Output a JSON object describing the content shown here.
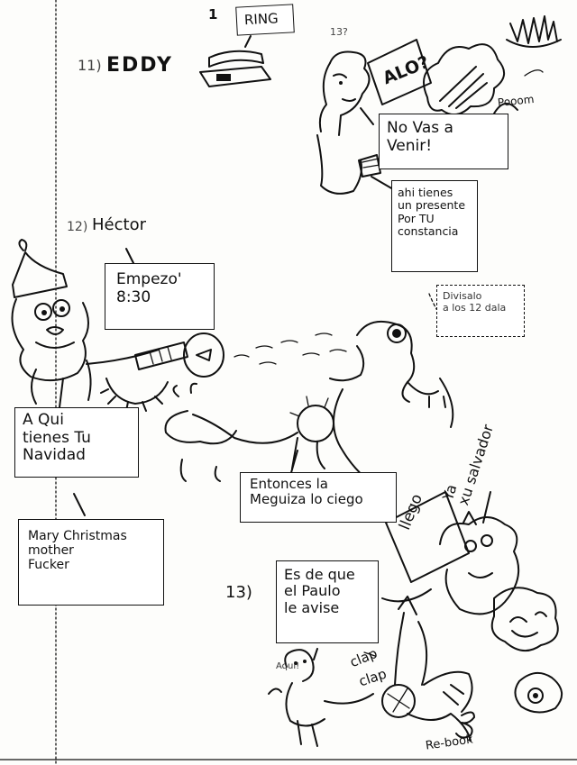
{
  "panels": {
    "p11": {
      "number": "11)",
      "name": "EDDY",
      "circle_num": "1",
      "ring": "RING",
      "alo": "ALO?",
      "page_num": "13?",
      "sfx": "Pooom",
      "speech": "No Vas a\nVenir!",
      "caption": "ahi tienes\nun presente\nPor TU\nconstancia"
    },
    "p12": {
      "number": "12)",
      "name": "Héctor",
      "start": "Empezo'\n8:30",
      "divisalo": "Divisalo\na los 12 dala",
      "santa_line": "A Qui\ntienes Tu\nNavidad",
      "xmas": "Mary Christmas\nmother\nFucker",
      "meguiza": "Entonces la\nMeguiza lo ciego",
      "llego": "llego",
      "ya": "Ya\nxu salvador"
    },
    "p13": {
      "number": "13)",
      "speech": "Es de que\nel Paulo\nle avise",
      "clap1": "clap",
      "clap2": "clap",
      "rebook": "Re-book",
      "sfx_top": "Aqui!"
    }
  }
}
